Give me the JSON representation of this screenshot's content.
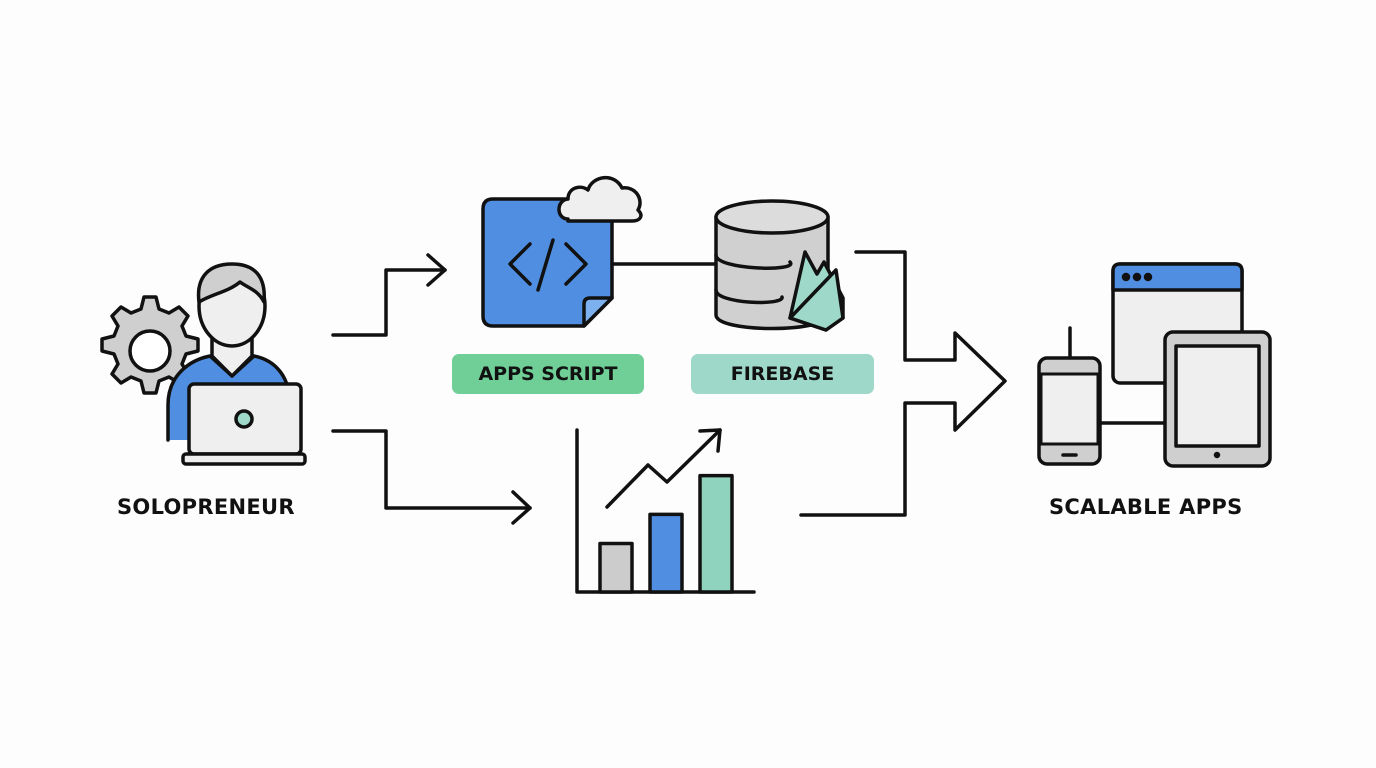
{
  "nodes": {
    "solopreneur": {
      "label": "SOLOPRENEUR"
    },
    "apps_script": {
      "label": "APPS SCRIPT",
      "pill_color": "#6fcf97"
    },
    "firebase": {
      "label": "FIREBASE",
      "pill_color": "#9ed8c8"
    },
    "growth_chart": {
      "bar_values": [
        1,
        1.6,
        2.4
      ],
      "bar_colors": [
        "#cccccc",
        "#4f8ee0",
        "#8fd3bf"
      ]
    },
    "scalable_apps": {
      "label": "SCALABLE APPS"
    }
  },
  "colors": {
    "stroke": "#111111",
    "blue": "#4f8ee0",
    "gray": "#cfcfcf",
    "light": "#efefef",
    "teal": "#9ed8c8",
    "green": "#6fcf97"
  },
  "icons": [
    "gear-icon",
    "person-icon",
    "laptop-icon",
    "code-file-icon",
    "cloud-icon",
    "database-icon",
    "firebase-flame-icon",
    "bar-chart-icon",
    "trend-arrow-icon",
    "browser-window-icon",
    "phone-icon",
    "tablet-icon"
  ]
}
